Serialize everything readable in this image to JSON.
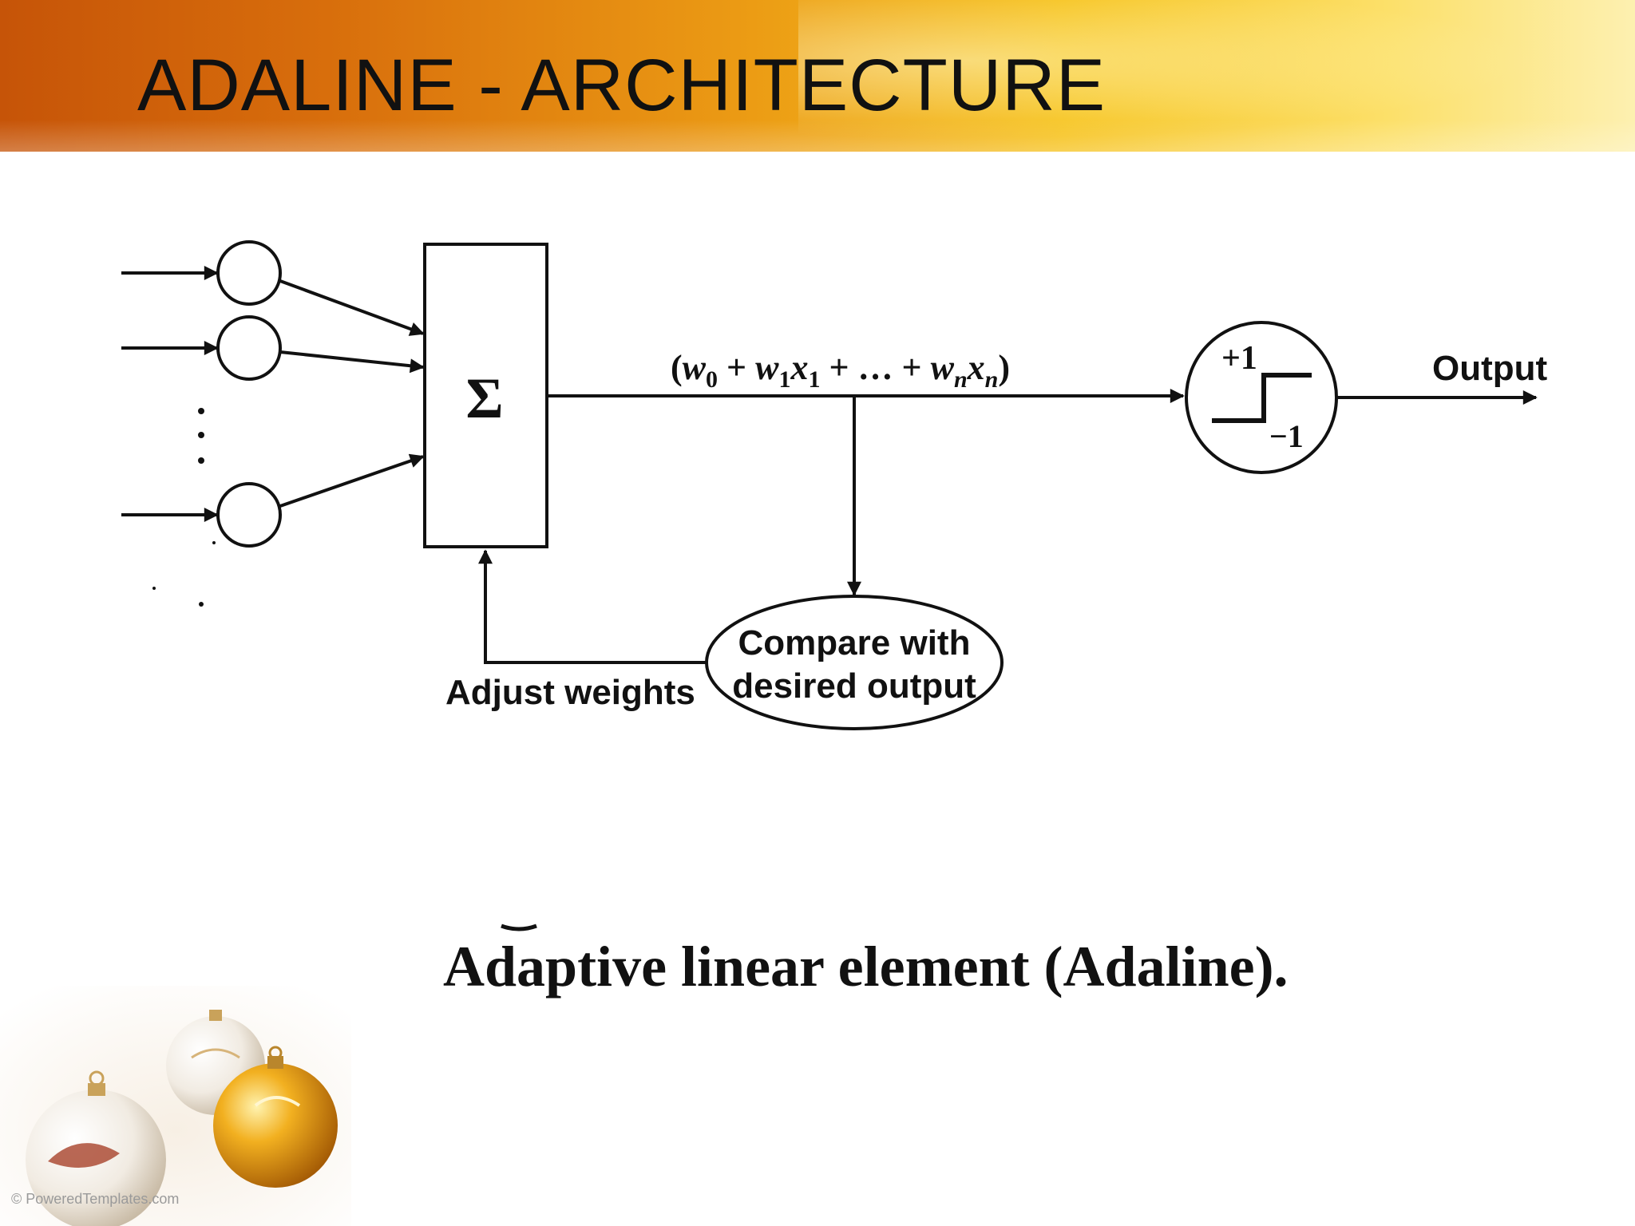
{
  "slide": {
    "title": "ADALINE - ARCHITECTURE",
    "caption": "Adaptive linear element (Adaline).",
    "copyright": "© PoweredTemplates.com"
  },
  "diagram": {
    "summation_symbol": "Σ",
    "weighted_sum_label": {
      "open": "(",
      "w0": "w",
      "w0_sub": "0",
      "plus1": " + ",
      "w1": "w",
      "w1_sub": "1",
      "x1": "x",
      "x1_sub": "1",
      "ellipsis": " + … + ",
      "wn": "w",
      "wn_sub": "n",
      "xn": "x",
      "xn_sub": "n",
      "close": ")"
    },
    "threshold_high": "+1",
    "threshold_low": "−1",
    "output_label": "Output",
    "compare_line1": "Compare with",
    "compare_line2": "desired output",
    "adjust_label": "Adjust weights"
  },
  "colors": {
    "ink": "#111111",
    "banner_start": "#c65408",
    "banner_end": "#fdf0b0"
  }
}
